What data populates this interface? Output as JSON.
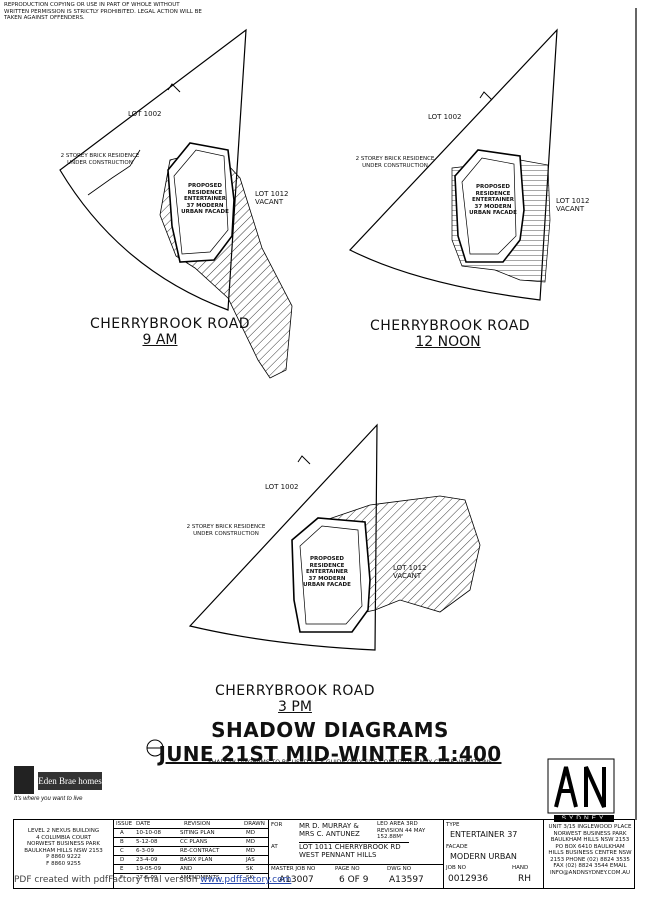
{
  "copyright": "REPRODUCTION COPYING OR USE IN PART OF WHOLE WITHOUT WRITTEN PERMISSION IS STRICTLY PROHIBITED. LEGAL ACTION WILL BE TAKEN AGAINST OFFENDERS.",
  "diagrams": [
    {
      "lot_top": "LOT 1002",
      "neighbour": "2 STOREY BRICK RESIDENCE UNDER CONSTRUCTION",
      "house": "PROPOSED RESIDENCE ENTERTAINER 37 MODERN URBAN FACADE",
      "lot_right": "LOT 1012 VACANT",
      "road": "CHERRYBROOK ROAD",
      "time": "9 AM"
    },
    {
      "lot_top": "LOT 1002",
      "neighbour": "2 STOREY BRICK RESIDENCE UNDER CONSTRUCTION",
      "house": "PROPOSED RESIDENCE ENTERTAINER 37 MODERN URBAN FACADE",
      "lot_right": "LOT 1012 VACANT",
      "road": "CHERRYBROOK ROAD",
      "time": "12 NOON"
    },
    {
      "lot_top": "LOT 1002",
      "neighbour": "2 STOREY BRICK RESIDENCE UNDER CONSTRUCTION",
      "house": "PROPOSED RESIDENCE ENTERTAINER 37 MODERN URBAN FACADE",
      "lot_right": "LOT 1012 VACANT",
      "road": "CHERRYBROOK ROAD",
      "time": "3 PM"
    }
  ],
  "title_line1": "SHADOW DIAGRAMS",
  "title_line2": "JUNE 21ST MID-WINTER 1:400",
  "note": "SHADOW DIAGRAMS TO BE USED AS A GUIDE ONLY SITE CONDITIONS MAY CAUSE VARIATIONS",
  "builder": {
    "name": "Eden Brae homes",
    "tagline": "It's where you want to live",
    "address": [
      "LEVEL 2 NEXUS BUILDING",
      "4 COLUMBIA COURT",
      "NORWEST BUSINESS PARK",
      "BAULKHAM HILLS NSW 2153",
      "P 8860 9222",
      "F 8860 9255"
    ]
  },
  "revisions": {
    "headers": [
      "ISSUE",
      "DATE",
      "REVISION",
      "DRAWN"
    ],
    "rows": [
      [
        "A",
        "10-10-08",
        "SITING PLAN",
        "MD"
      ],
      [
        "B",
        "5-12-08",
        "CC PLANS",
        "MD"
      ],
      [
        "C",
        "6-3-09",
        "RE-CONTRACT",
        "MD"
      ],
      [
        "D",
        "23-4-09",
        "BASIX PLAN",
        "JAS"
      ],
      [
        "E",
        "19-05-09",
        "AND",
        "SK"
      ],
      [
        "F",
        "27-5-09",
        "AMENDMENTS",
        "SK"
      ]
    ]
  },
  "client": {
    "for_label": "FOR",
    "name": "MR D. MURRAY & MRS C. ANTUNEZ",
    "at_label": "AT",
    "site": "LOT 1011 CHERRYBROOK RD WEST PENNANT HILLS",
    "area_label": "LEO AREA 3RD REVISION 44 MAY 152.88M²",
    "type_label": "TYPE",
    "type": "ENTERTAINER 37",
    "facade_label": "FACADE",
    "facade": "MODERN URBAN"
  },
  "meta": {
    "master_job_label": "MASTER JOB NO",
    "master_job": "A13007",
    "page_label": "PAGE NO",
    "page": "6 OF 9",
    "dwg_label": "DWG NO",
    "dwg": "A13597",
    "job_label": "JOB NO",
    "job": "0012936",
    "hand_label": "HAND",
    "hand": "RH"
  },
  "office": {
    "logo_text": "SYDNEY",
    "address": "UNIT 3/15 INGLEWOOD PLACE NORWEST BUSINESS PARK BAULKHAM HILLS NSW 2153 PO BOX 6410 BAULKHAM HILLS BUSINESS CENTRE NSW 2153 PHONE (02) 8824 3535 FAX (02) 8824 3544 EMAIL INFO@ANDNSYDNEY.COM.AU"
  },
  "footer_text": "PDF created with pdfFactory trial version",
  "footer_link": "www.pdffactory.com"
}
